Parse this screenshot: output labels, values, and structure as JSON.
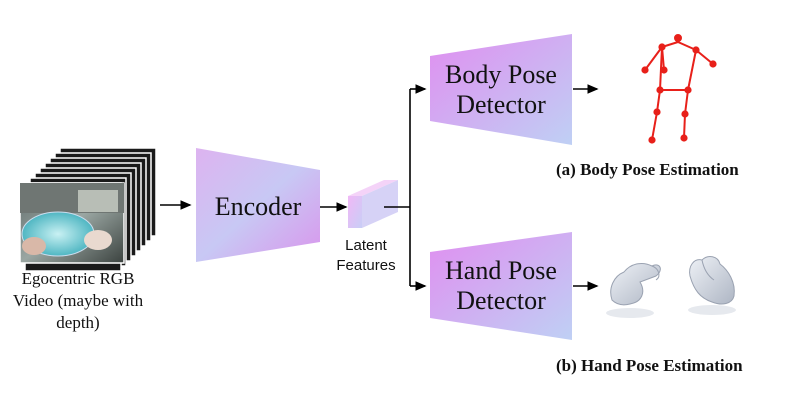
{
  "input": {
    "line1": "Egocentric RGB",
    "line2": "Video (maybe with",
    "line3": "depth)"
  },
  "encoder": {
    "label": "Encoder"
  },
  "latent": {
    "line1": "Latent",
    "line2": "Features"
  },
  "body_detector": {
    "line1": "Body Pose",
    "line2": "Detector"
  },
  "hand_detector": {
    "line1": "Hand Pose",
    "line2": "Detector"
  },
  "body_caption": "(a) Body Pose Estimation",
  "hand_caption": "(b) Hand Pose Estimation",
  "colors": {
    "gradient_start": "#d47ee8",
    "gradient_end": "#bcc6f2",
    "skeleton": "#e8201a"
  }
}
